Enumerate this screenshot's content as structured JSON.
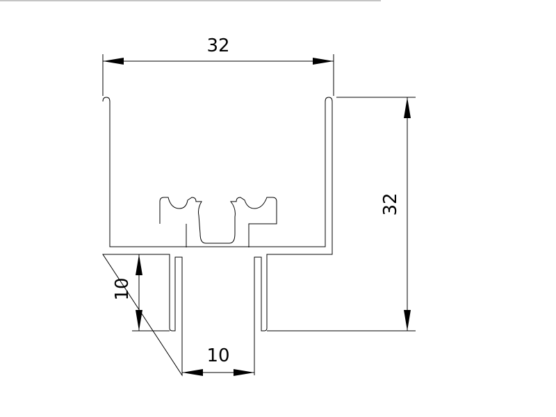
{
  "dimensions": {
    "overall_width": "32",
    "overall_height": "32",
    "stem_height": "10",
    "stem_width": "10"
  }
}
